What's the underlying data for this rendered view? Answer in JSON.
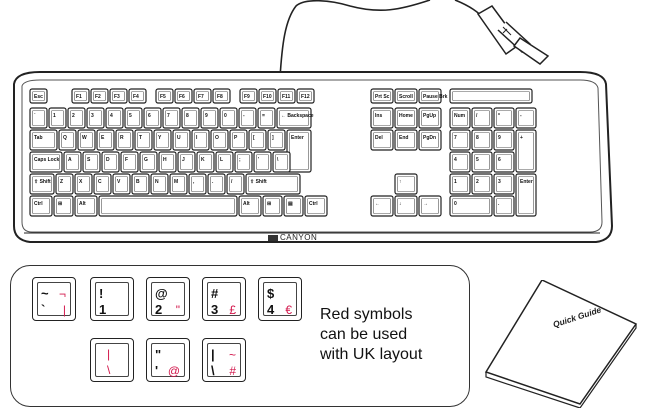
{
  "keyboard": {
    "brand": "CANYON",
    "row0": [
      "Esc",
      "F1",
      "F2",
      "F3",
      "F4",
      "F5",
      "F6",
      "F7",
      "F8",
      "F9",
      "F10",
      "F11",
      "F12",
      "Prt Sc",
      "Scroll",
      "Pause Brk"
    ],
    "row1": [
      "`",
      "1",
      "2",
      "3",
      "4",
      "5",
      "6",
      "7",
      "8",
      "9",
      "0",
      "-",
      "=",
      "← Backspace"
    ],
    "row2": [
      "Tab",
      "Q",
      "W",
      "E",
      "R",
      "T",
      "Y",
      "U",
      "I",
      "O",
      "P",
      "[",
      "]",
      "Enter"
    ],
    "row3": [
      "Caps Lock",
      "A",
      "S",
      "D",
      "F",
      "G",
      "H",
      "J",
      "K",
      "L",
      ";",
      "'",
      "\\"
    ],
    "row4": [
      "⇧ Shift",
      "Z",
      "X",
      "C",
      "V",
      "B",
      "N",
      "M",
      ",",
      ".",
      "/",
      "⇧ Shift"
    ],
    "row5": [
      "Ctrl",
      "⊞",
      "Alt",
      "",
      "Alt",
      "⊞",
      "▤",
      "Ctrl"
    ],
    "nav": [
      "Ins",
      "Home",
      "PgUp",
      "Del",
      "End",
      "PgDn"
    ],
    "arrows": [
      "↑",
      "←",
      "↓",
      "→"
    ],
    "numpad": [
      "Num",
      "/",
      "*",
      "-",
      "7",
      "8",
      "9",
      "+",
      "4",
      "5",
      "6",
      "1",
      "2",
      "3",
      "Enter",
      "0",
      "."
    ]
  },
  "legend": {
    "keys": [
      {
        "tl": "~",
        "bl": "`",
        "tr": "¬",
        "br": "|"
      },
      {
        "tl": "!",
        "bl": "1",
        "tr": "",
        "br": ""
      },
      {
        "tl": "@",
        "bl": "2",
        "tr": "",
        "br": "\""
      },
      {
        "tl": "#",
        "bl": "3",
        "tr": "",
        "br": "£"
      },
      {
        "tl": "$",
        "bl": "4",
        "tr": "",
        "br": "€"
      },
      {
        "tl": "",
        "bl": "",
        "tr": "|",
        "br": "\\"
      },
      {
        "tl": "\"",
        "bl": "'",
        "tr": "",
        "br": "@"
      },
      {
        "tl": "|",
        "bl": "\\",
        "tr": "~",
        "br": "#"
      }
    ],
    "note_lines": [
      "Red symbols",
      "can be used",
      "with UK layout"
    ]
  },
  "guide": {
    "title": "Quick Guide"
  },
  "colors": {
    "ink": "#222222",
    "accent": "#d2154a"
  }
}
